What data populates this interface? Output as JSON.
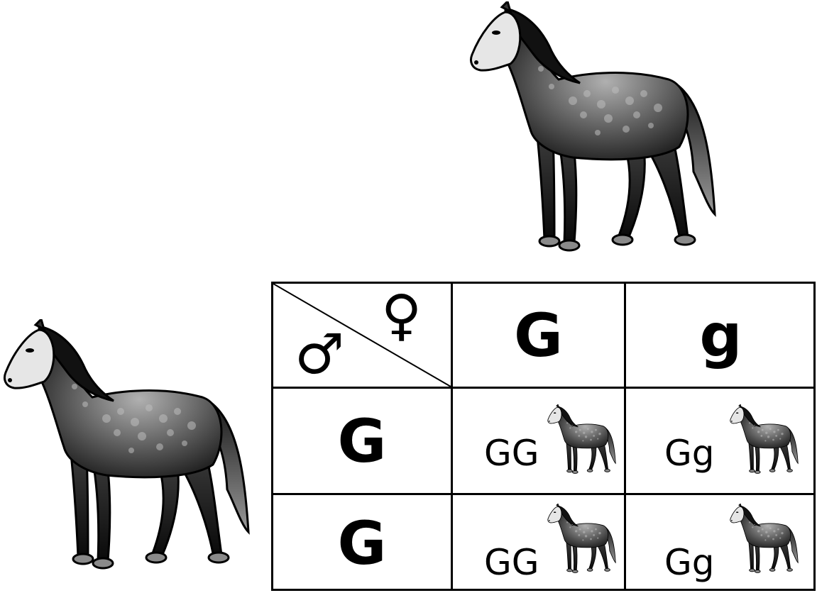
{
  "female_symbol": "♀",
  "male_symbol": "♂",
  "female_alleles": [
    "G",
    "g"
  ],
  "male_alleles": [
    "G",
    "G"
  ],
  "offspring": [
    [
      "GG",
      "Gg"
    ],
    [
      "GG",
      "Gg"
    ]
  ],
  "icons": [
    "horse-icon",
    "female-symbol-icon",
    "male-symbol-icon"
  ],
  "colors": {
    "line": "#000000",
    "coat_dark": "#1a1a1a",
    "coat_light": "#9a9a9a",
    "face": "#e6e6e6"
  }
}
